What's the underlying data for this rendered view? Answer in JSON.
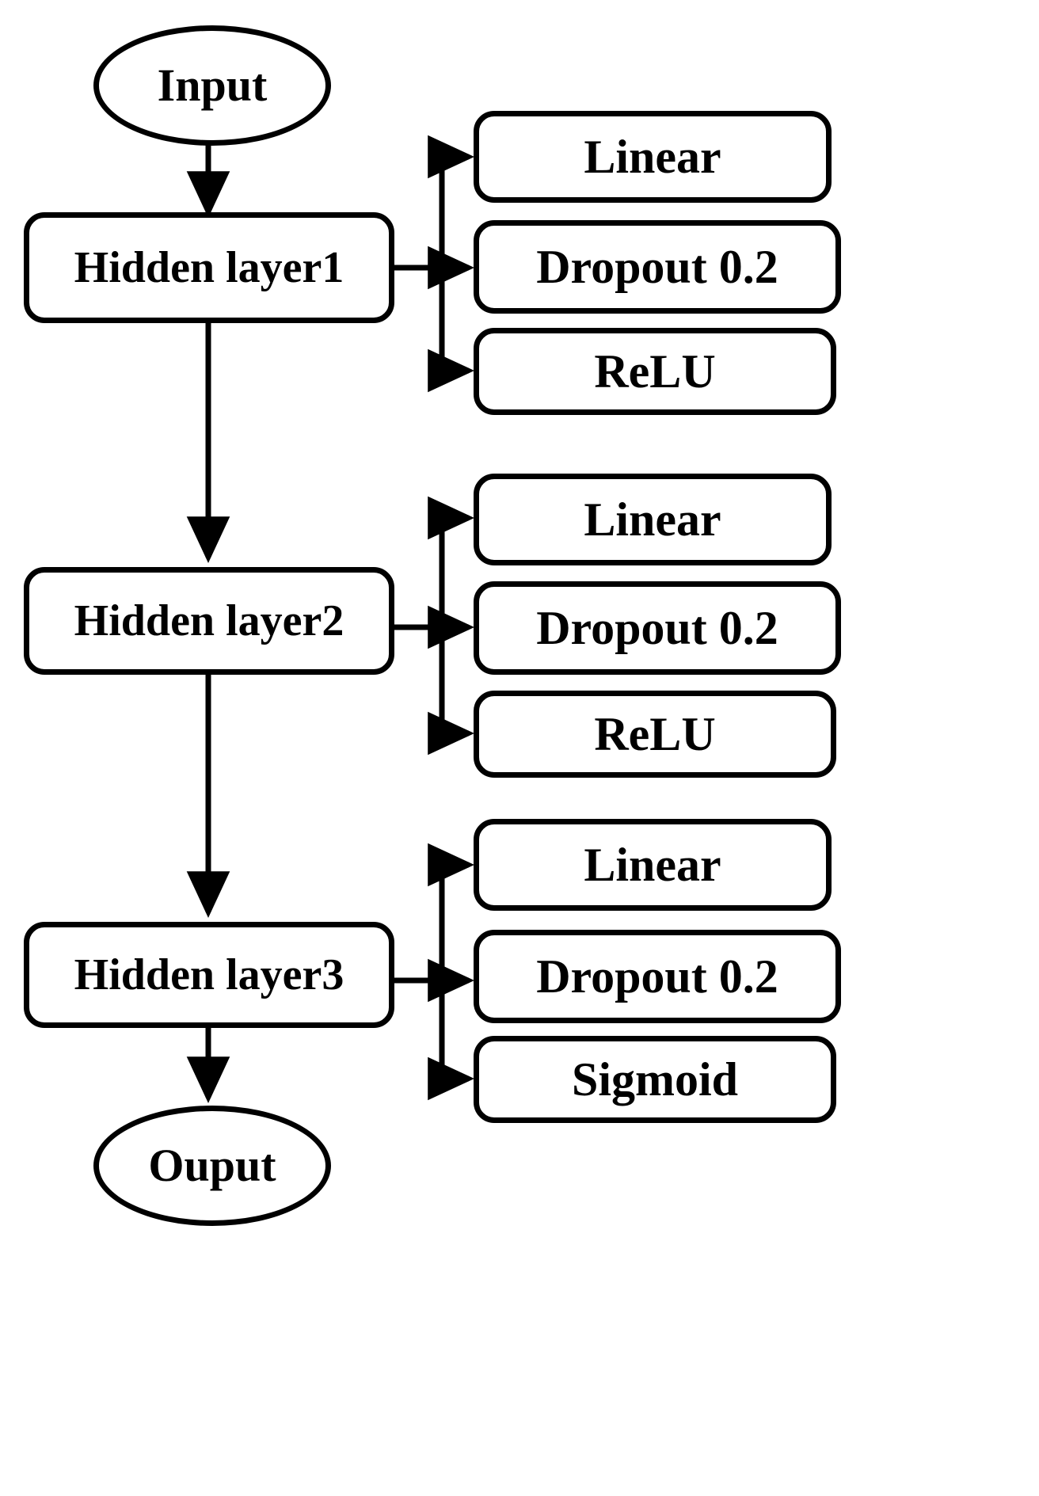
{
  "diagram": {
    "title": "Neural network architecture flowchart",
    "stroke_color": "#000000",
    "background_color": "#ffffff",
    "nodes": {
      "input": {
        "label": "Input",
        "shape": "ellipse"
      },
      "output": {
        "label": "Ouput",
        "shape": "ellipse"
      },
      "hidden1": {
        "label": "Hidden layer1",
        "shape": "rounded-rect"
      },
      "hidden2": {
        "label": "Hidden layer2",
        "shape": "rounded-rect"
      },
      "hidden3": {
        "label": "Hidden layer3",
        "shape": "rounded-rect"
      }
    },
    "blocks": [
      {
        "id": "b1-linear",
        "label": "Linear",
        "group": "hidden1"
      },
      {
        "id": "b1-dropout",
        "label": "Dropout 0.2",
        "group": "hidden1"
      },
      {
        "id": "b1-act",
        "label": "ReLU",
        "group": "hidden1"
      },
      {
        "id": "b2-linear",
        "label": "Linear",
        "group": "hidden2"
      },
      {
        "id": "b2-dropout",
        "label": "Dropout 0.2",
        "group": "hidden2"
      },
      {
        "id": "b2-act",
        "label": "ReLU",
        "group": "hidden2"
      },
      {
        "id": "b3-linear",
        "label": "Linear",
        "group": "hidden3"
      },
      {
        "id": "b3-dropout",
        "label": "Dropout 0.2",
        "group": "hidden3"
      },
      {
        "id": "b3-act",
        "label": "Sigmoid",
        "group": "hidden3"
      }
    ],
    "edges": [
      {
        "from": "input",
        "to": "hidden1",
        "kind": "arrow-down"
      },
      {
        "from": "hidden1",
        "to": "hidden2",
        "kind": "arrow-down"
      },
      {
        "from": "hidden2",
        "to": "hidden3",
        "kind": "arrow-down"
      },
      {
        "from": "hidden3",
        "to": "output",
        "kind": "arrow-down"
      },
      {
        "from": "hidden1",
        "to": "b1-linear",
        "kind": "branch-arrow"
      },
      {
        "from": "hidden1",
        "to": "b1-dropout",
        "kind": "branch-arrow"
      },
      {
        "from": "hidden1",
        "to": "b1-act",
        "kind": "branch-arrow"
      },
      {
        "from": "hidden2",
        "to": "b2-linear",
        "kind": "branch-arrow"
      },
      {
        "from": "hidden2",
        "to": "b2-dropout",
        "kind": "branch-arrow"
      },
      {
        "from": "hidden2",
        "to": "b2-act",
        "kind": "branch-arrow"
      },
      {
        "from": "hidden3",
        "to": "b3-linear",
        "kind": "branch-arrow"
      },
      {
        "from": "hidden3",
        "to": "b3-dropout",
        "kind": "branch-arrow"
      },
      {
        "from": "hidden3",
        "to": "b3-act",
        "kind": "branch-arrow"
      }
    ]
  }
}
